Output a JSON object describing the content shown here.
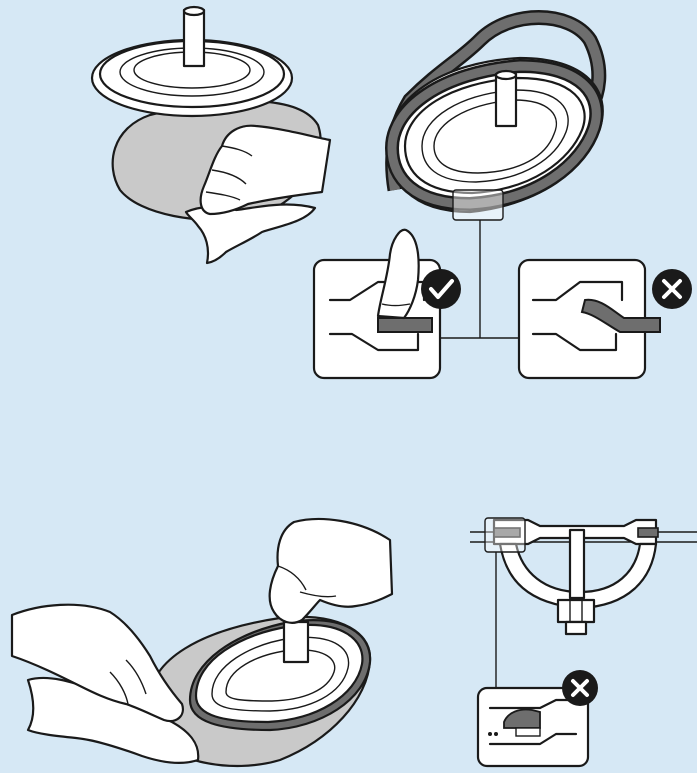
{
  "figure": {
    "steps": [
      {
        "name": "wipe-lid-underside"
      },
      {
        "name": "fit-seal-ring",
        "details": [
          {
            "status": "correct",
            "icon": "check-badge-icon"
          },
          {
            "status": "incorrect",
            "icon": "cross-badge-icon"
          }
        ]
      },
      {
        "name": "close-lid-and-wipe-bowl"
      },
      {
        "name": "assembled-cross-section",
        "details": [
          {
            "status": "incorrect",
            "icon": "cross-badge-icon"
          }
        ]
      }
    ],
    "colors": {
      "background": "#d6e8f5",
      "white": "#ffffff",
      "line": "#1a1a1a",
      "seal": "#6e6e6e",
      "surface": "#c9c9c9"
    }
  }
}
